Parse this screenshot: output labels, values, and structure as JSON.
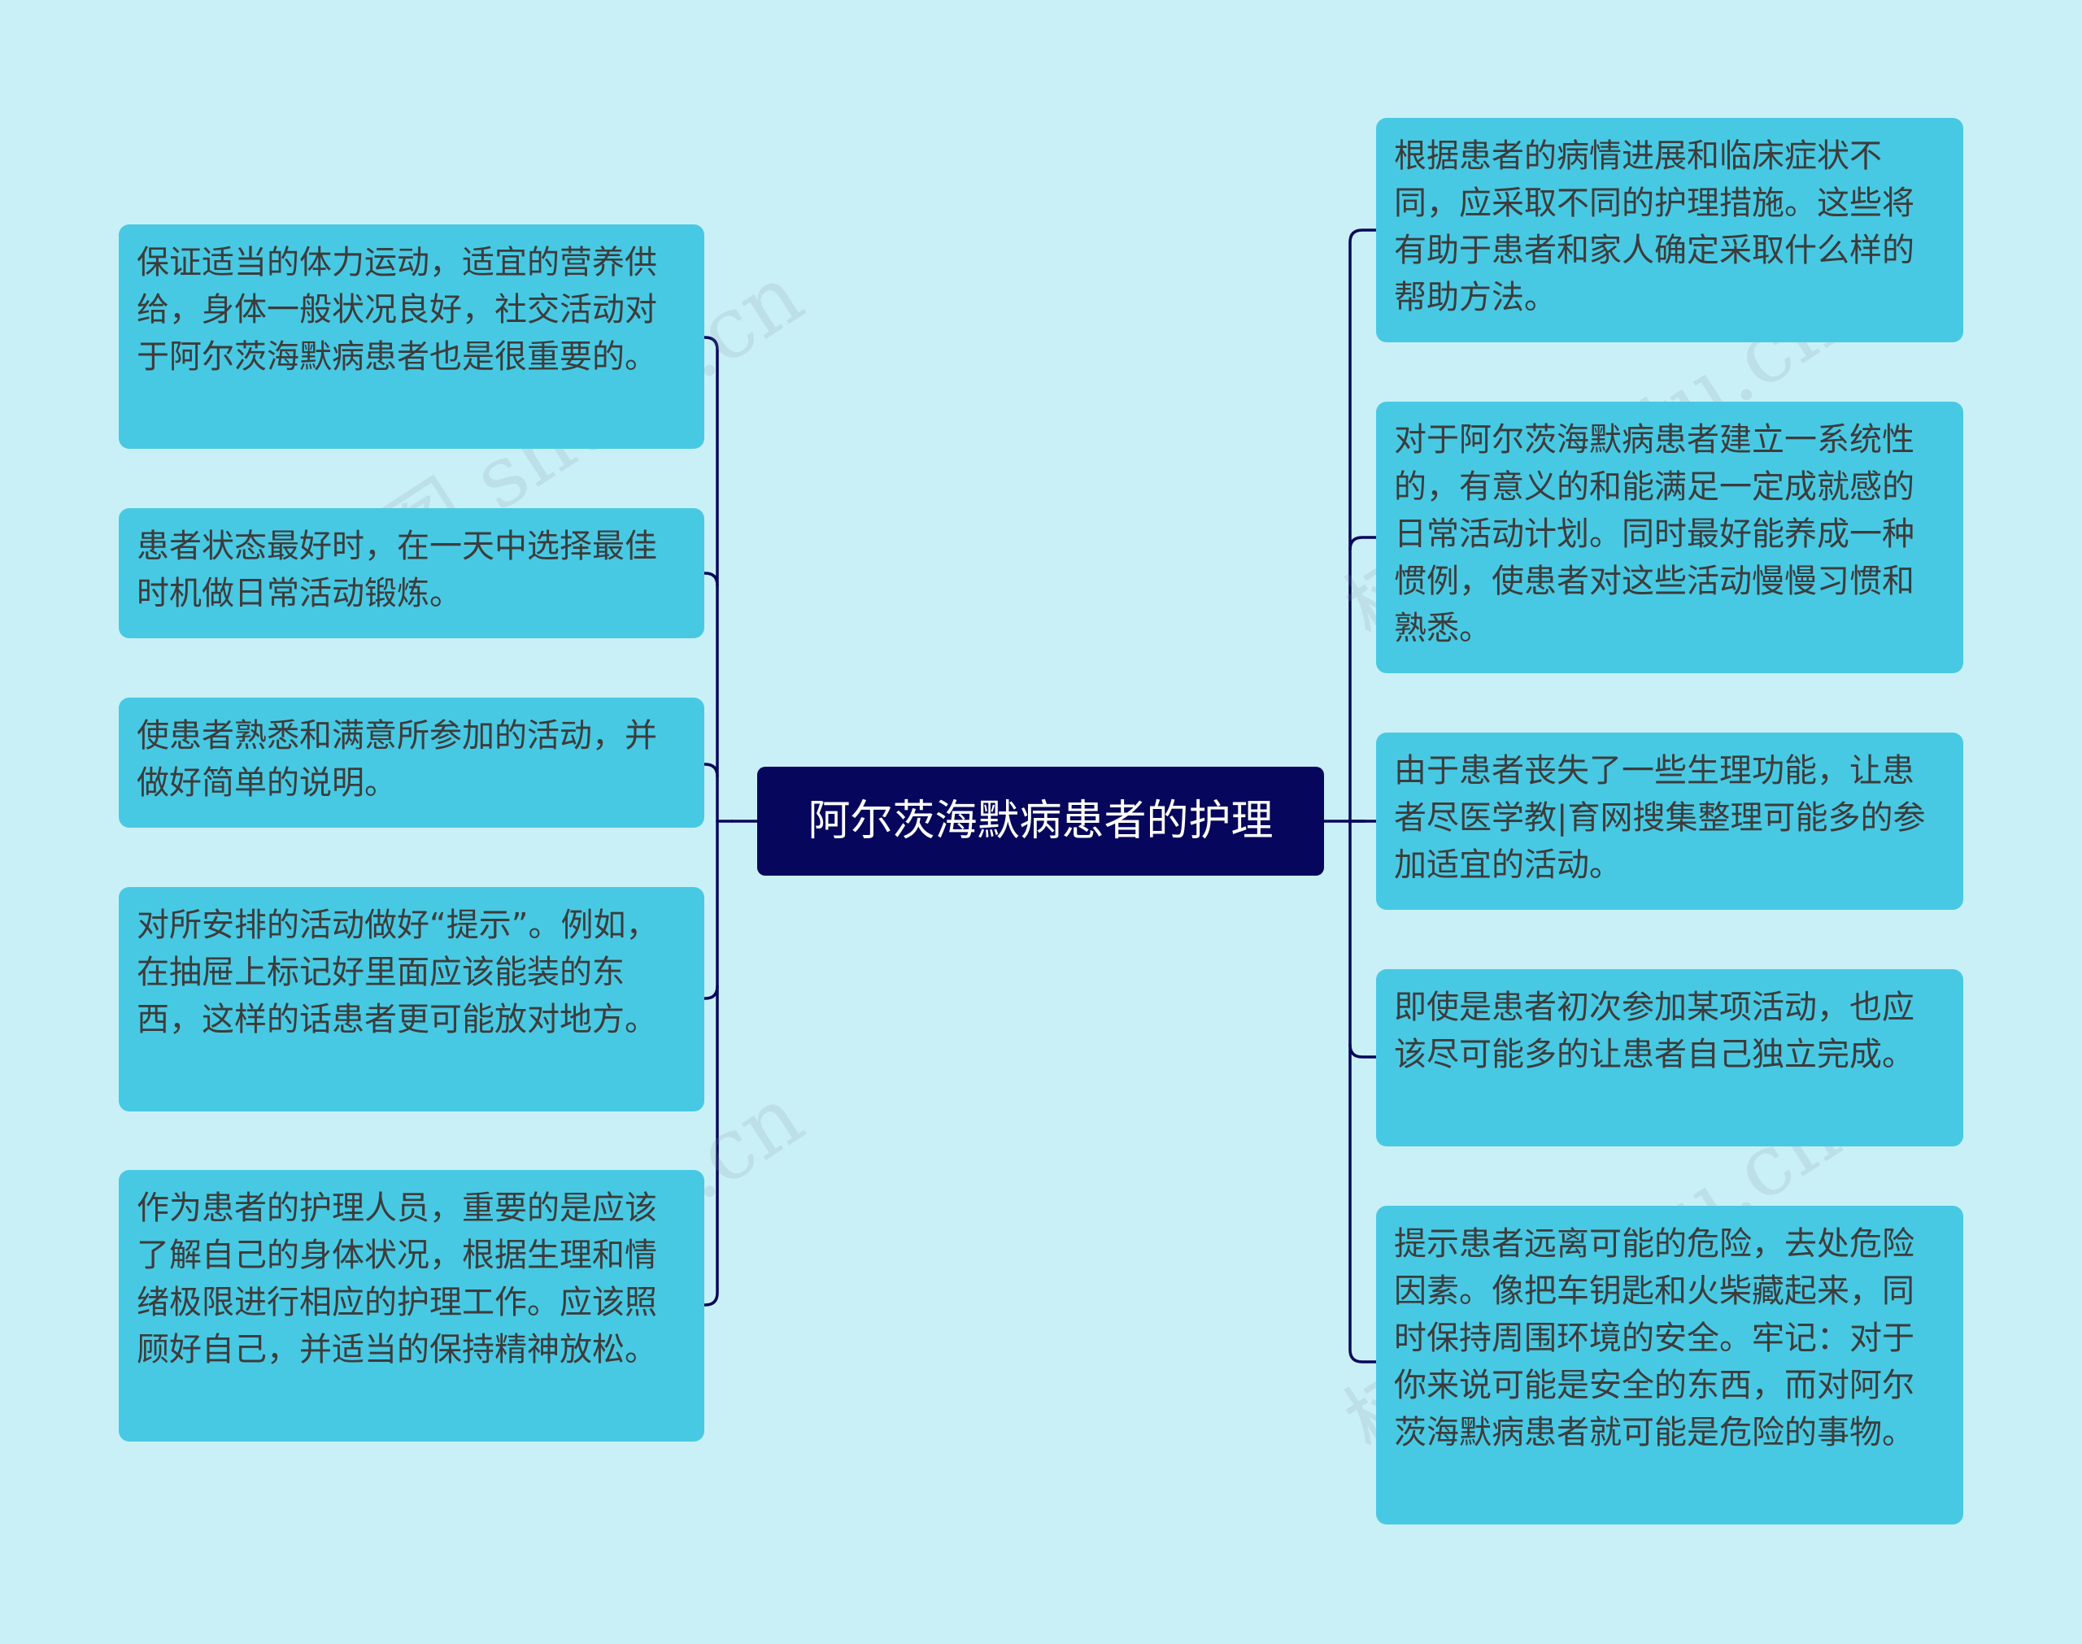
{
  "center": {
    "label": "阿尔茨海默病患者的护理"
  },
  "left_nodes": [
    {
      "text": "保证适当的体力运动，适宜的营养供给，身体一般状况良好，社交活动对于阿尔茨海默病患者也是很重要的。"
    },
    {
      "text": "患者状态最好时，在一天中选择最佳时机做日常活动锻炼。"
    },
    {
      "text": "使患者熟悉和满意所参加的活动，并做好简单的说明。"
    },
    {
      "text": "对所安排的活动做好“提示”。例如，在抽屉上标记好里面应该能装的东西，这样的话患者更可能放对地方。"
    },
    {
      "text": "作为患者的护理人员，重要的是应该了解自己的身体状况，根据生理和情绪极限进行相应的护理工作。应该照顾好自己，并适当的保持精神放松。"
    }
  ],
  "right_nodes": [
    {
      "text": "根据患者的病情进展和临床症状不同，应采取不同的护理措施。这些将有助于患者和家人确定采取什么样的帮助方法。"
    },
    {
      "text": "对于阿尔茨海默病患者建立一系统性的，有意义的和能满足一定成就感的日常活动计划。同时最好能养成一种惯例，使患者对这些活动慢慢习惯和熟悉。"
    },
    {
      "text": "由于患者丧失了一些生理功能，让患者尽医学教|育网搜集整理可能多的参加适宜的活动。"
    },
    {
      "text": "即使是患者初次参加某项活动，也应该尽可能多的让患者自己独立完成。"
    },
    {
      "text": "提示患者远离可能的危险，去处危险因素。像把车钥匙和火柴藏起来，同时保持周围环境的安全。牢记：对于你来说可能是安全的东西，而对阿尔茨海默病患者就可能是危险的事物。"
    }
  ],
  "watermark": {
    "text": "树图 shutu.cn"
  },
  "colors": {
    "background": "#c9f0f7",
    "node_fill": "#48c9e3",
    "center_fill": "#06065c",
    "connector": "#06065c",
    "text": "#3c3c3c"
  }
}
